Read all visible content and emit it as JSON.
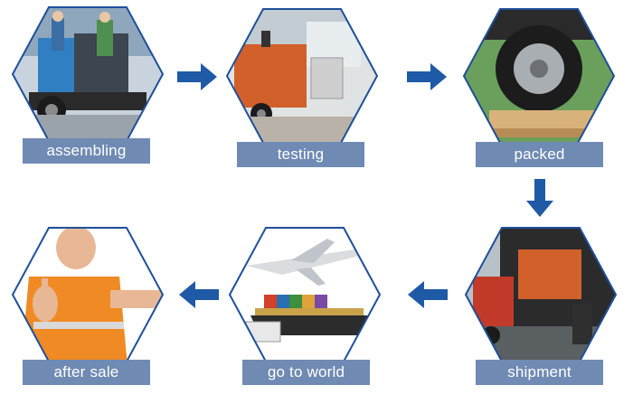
{
  "steps": [
    {
      "id": "assembling",
      "label": "assembling",
      "photo": "workers-assembling-compressor"
    },
    {
      "id": "testing",
      "label": "testing",
      "photo": "compressor-in-test-workshop"
    },
    {
      "id": "packed",
      "label": "packed",
      "photo": "wheel-on-wooden-pallet"
    },
    {
      "id": "shipment",
      "label": "shipment",
      "photo": "container-loading-truck"
    },
    {
      "id": "go-to-world",
      "label": "go to world",
      "photo": "airplane-and-cargo-ship"
    },
    {
      "id": "after-sale",
      "label": "after sale",
      "photo": "worker-thumbs-up-vest"
    }
  ],
  "colors": {
    "label_bg": "#6f8ab3",
    "label_text": "#ffffff",
    "arrow": "#1f5aa6",
    "hex_border": "#1f4f9a"
  },
  "icons": [
    "arrow-right-icon",
    "arrow-down-icon",
    "arrow-left-icon"
  ]
}
